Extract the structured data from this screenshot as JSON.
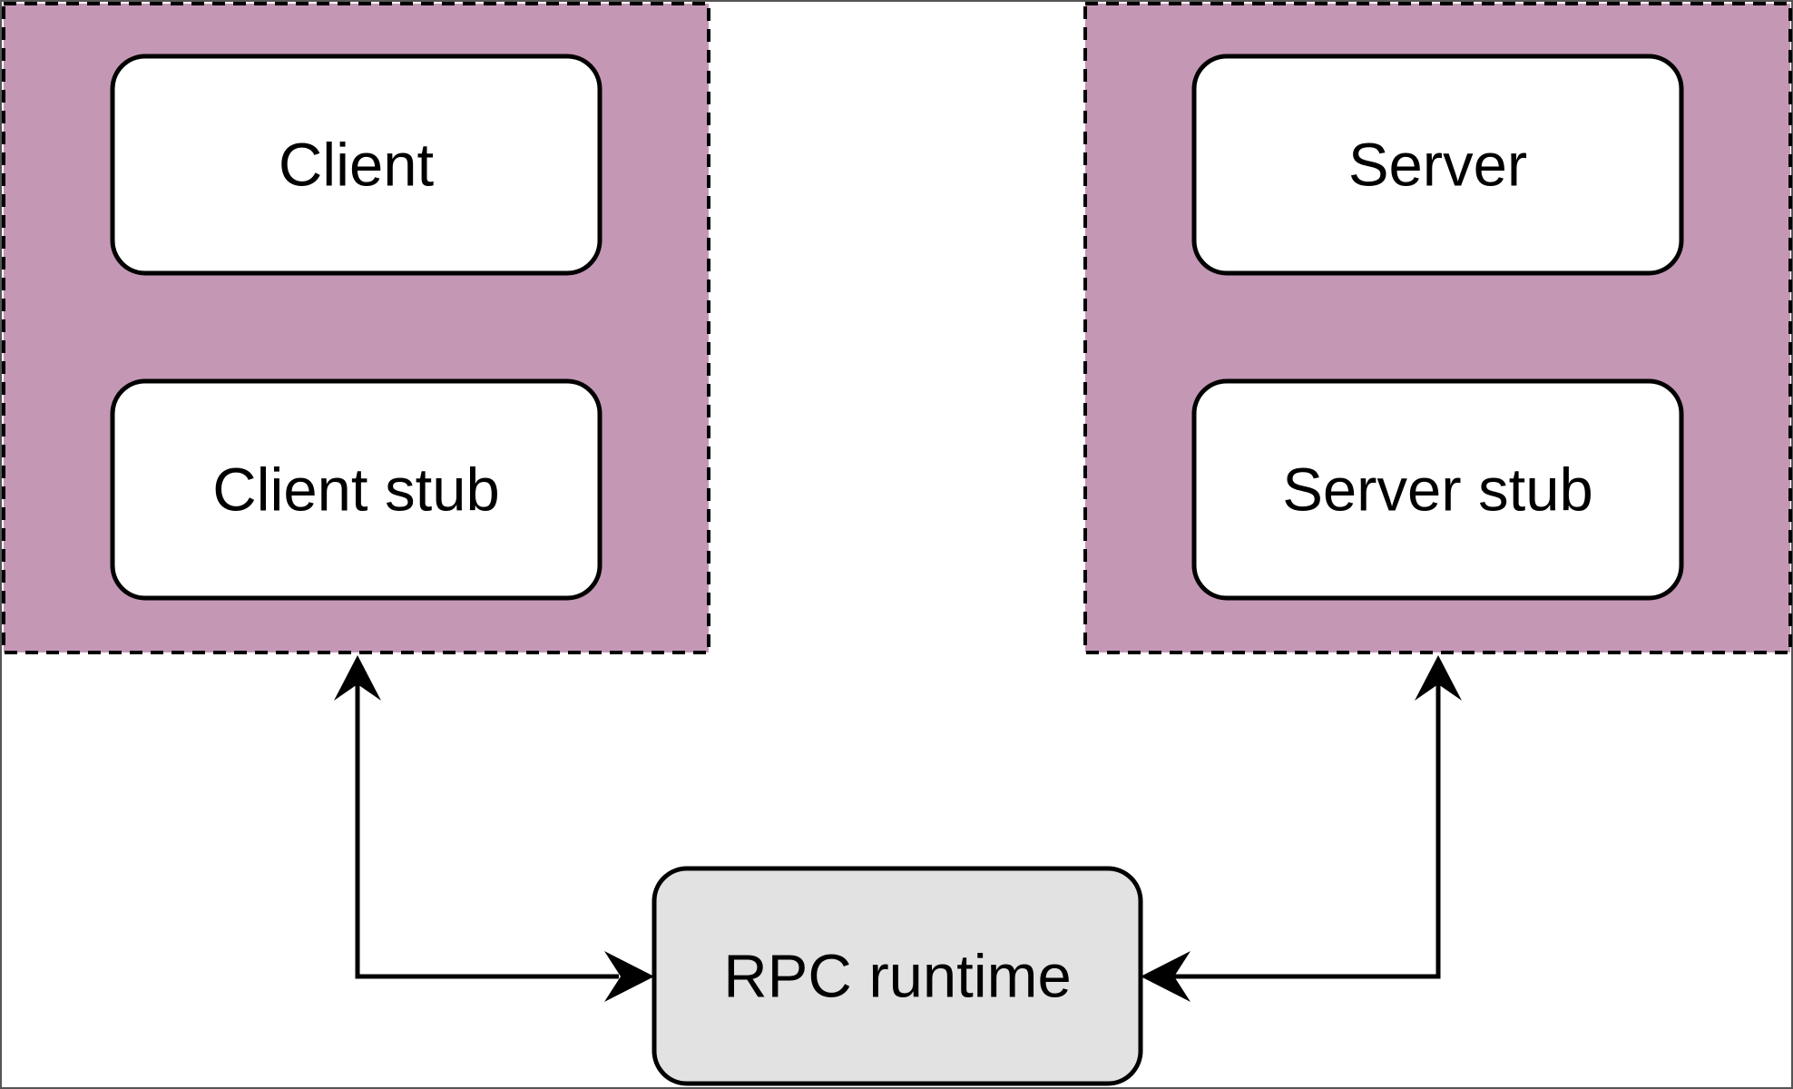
{
  "colors": {
    "group_fill": "#c497b5",
    "box_fill": "#ffffff",
    "runtime_fill": "#e2e2e2",
    "stroke": "#000000",
    "frame": "#555555"
  },
  "client_group": {
    "top": "Client",
    "bottom": "Client stub"
  },
  "server_group": {
    "top": "Server",
    "bottom": "Server stub"
  },
  "runtime": {
    "label": "RPC runtime"
  }
}
